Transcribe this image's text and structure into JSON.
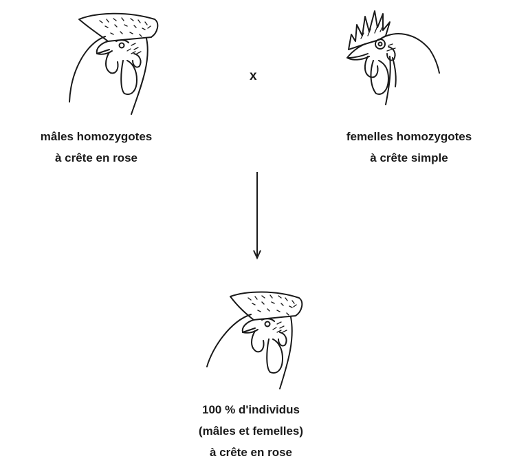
{
  "parents": {
    "male": {
      "line1": "mâles  homozygotes",
      "line2": "à crête en rose",
      "illustration": "rooster-head-rose-comb-icon"
    },
    "female": {
      "line1": "femelles  homozygotes",
      "line2": "à crête simple",
      "illustration": "hen-head-single-comb-icon"
    },
    "cross_symbol": "x"
  },
  "offspring": {
    "line1": "100 %  d'individus",
    "line2": "(mâles et femelles)",
    "line3": "à crête en rose",
    "illustration": "rooster-head-rose-comb-icon"
  },
  "colors": {
    "ink": "#1a1a1a",
    "background": "#ffffff"
  }
}
